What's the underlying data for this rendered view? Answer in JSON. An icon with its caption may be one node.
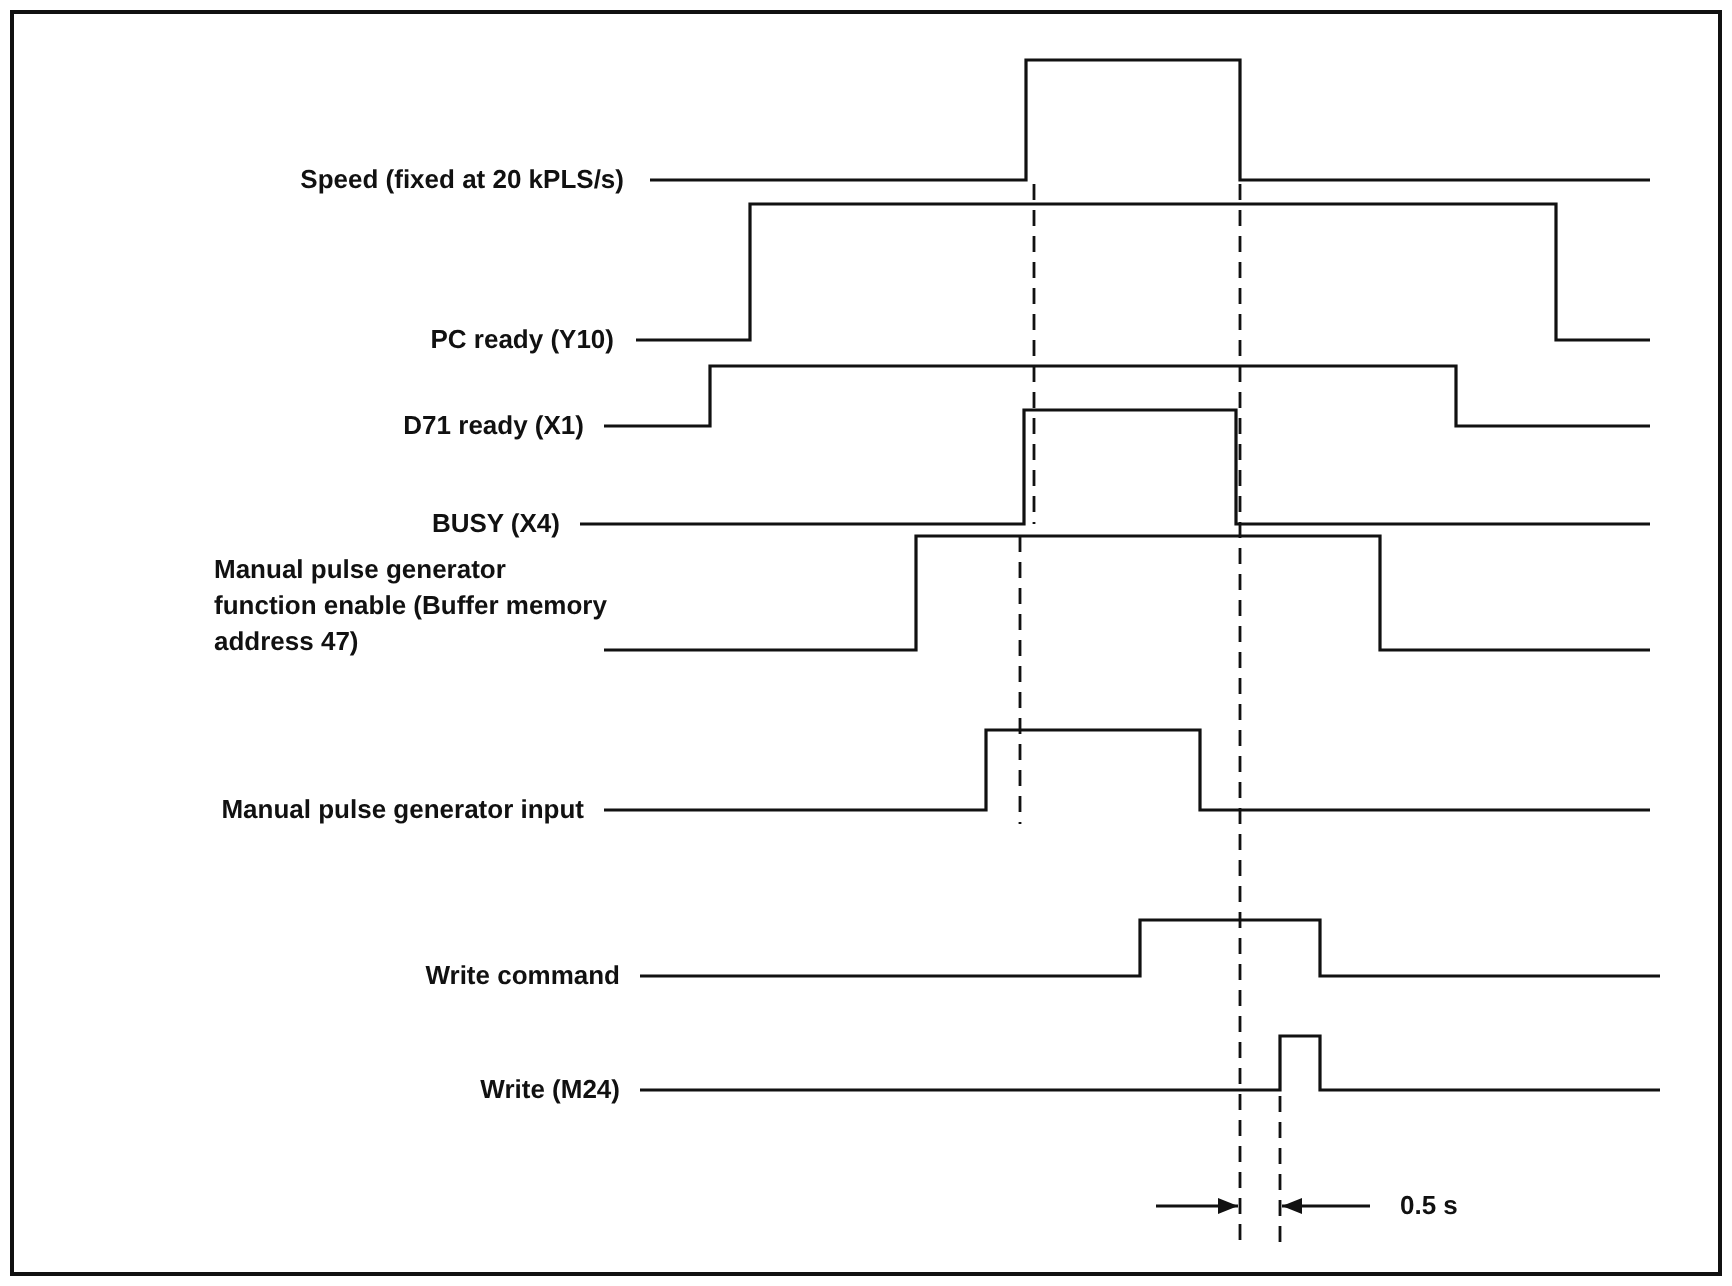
{
  "diagram": {
    "labels": [
      "Speed (fixed at 20 kPLS/s)",
      "PC ready (Y10)",
      "D71 ready (X1)",
      "BUSY (X4)",
      "Manual pulse generator function enable (Buffer memory address 47)",
      "Manual pulse generator input",
      "Write command",
      "Write (M24)",
      "0.5 s"
    ]
  }
}
